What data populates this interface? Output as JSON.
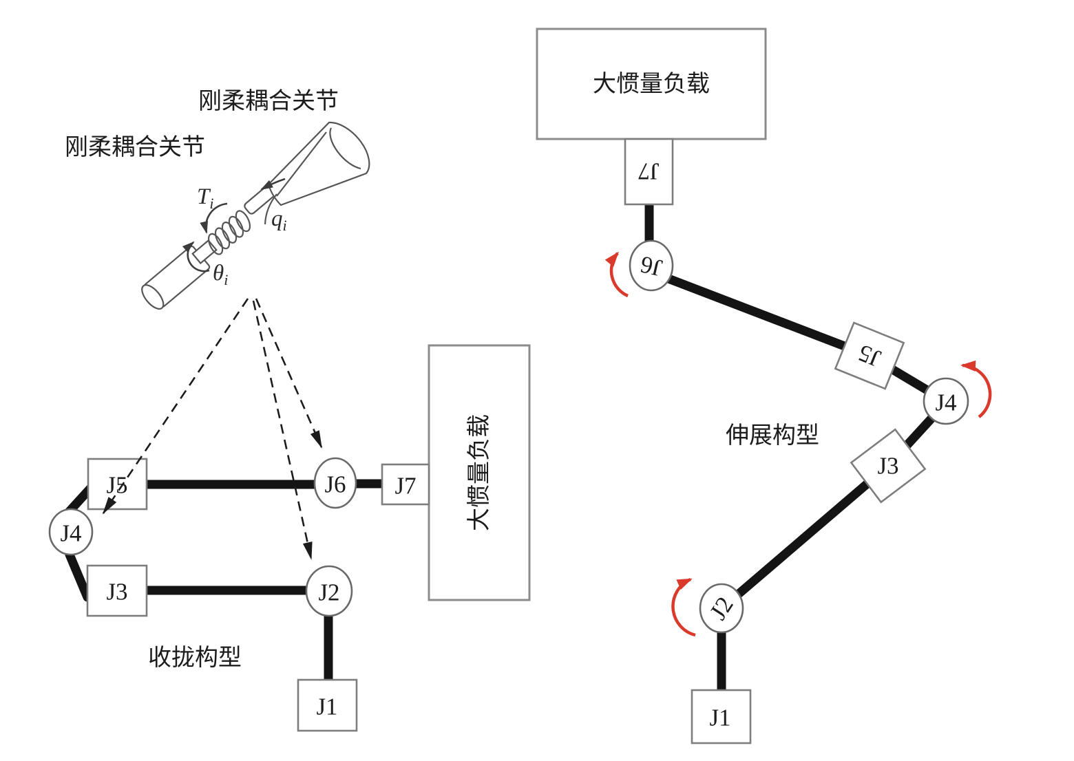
{
  "labels": {
    "coupling_top": "刚柔耦合关节",
    "coupling_left": "刚柔耦合关节",
    "folded": "收拢构型",
    "extended": "伸展构型"
  },
  "payload": {
    "folded_text": "大惯量负载",
    "extended_text": "大惯量负载"
  },
  "mech": {
    "torque": {
      "sym": "T",
      "sub": "i"
    },
    "q": {
      "sym": "q",
      "sub": "i"
    },
    "theta": {
      "sym": "θ",
      "sub": "i"
    }
  },
  "folded": {
    "joints": [
      "J1",
      "J2",
      "J3",
      "J4",
      "J5",
      "J6",
      "J7"
    ]
  },
  "extended": {
    "joints": [
      "J1",
      "J2",
      "J3",
      "J4",
      "J5",
      "J6",
      "J7"
    ]
  },
  "colors": {
    "link": "#141414",
    "outline": "#7d7d7d",
    "red": "#d93a2b",
    "sketch": "#555555"
  }
}
